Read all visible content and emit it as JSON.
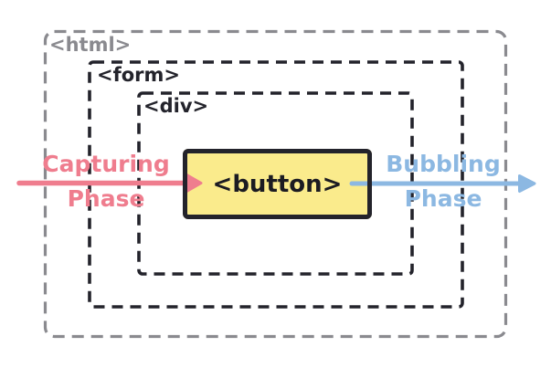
{
  "diagram": {
    "nodes": {
      "html": {
        "label": "<html>"
      },
      "form": {
        "label": "<form>"
      },
      "div": {
        "label": "<div>"
      },
      "button": {
        "label": "<button>"
      }
    },
    "phases": {
      "capturing": {
        "line1": "Capturing",
        "line2": "Phase",
        "color": "#EF7D8E"
      },
      "bubbling": {
        "line1": "Bubbling",
        "line2": "Phase",
        "color": "#8CB8E2"
      }
    },
    "colors": {
      "background": "#FFFFFF",
      "button_fill": "#FAEB8C",
      "button_border": "#23232B",
      "outline_dark": "#23232B",
      "outline_html_gray": "#8A8A8F"
    }
  }
}
